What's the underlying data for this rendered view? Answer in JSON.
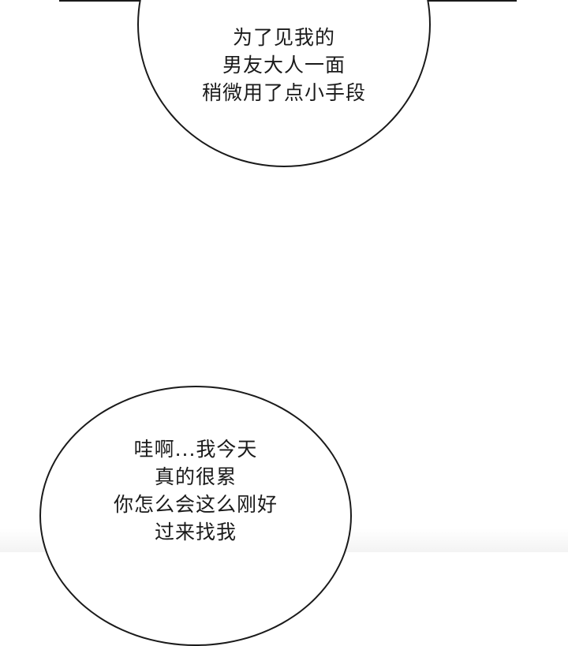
{
  "panel": {
    "background": "#ffffff",
    "line_color": "#1a1a1a"
  },
  "bubbles": [
    {
      "id": "top-bubble",
      "lines": [
        "为了见我的",
        "男友大人一面",
        "稍微用了点小手段"
      ]
    },
    {
      "id": "bottom-bubble",
      "lines": [
        "哇啊...我今天",
        "真的很累",
        "你怎么会这么刚好",
        "过来找我"
      ]
    }
  ]
}
